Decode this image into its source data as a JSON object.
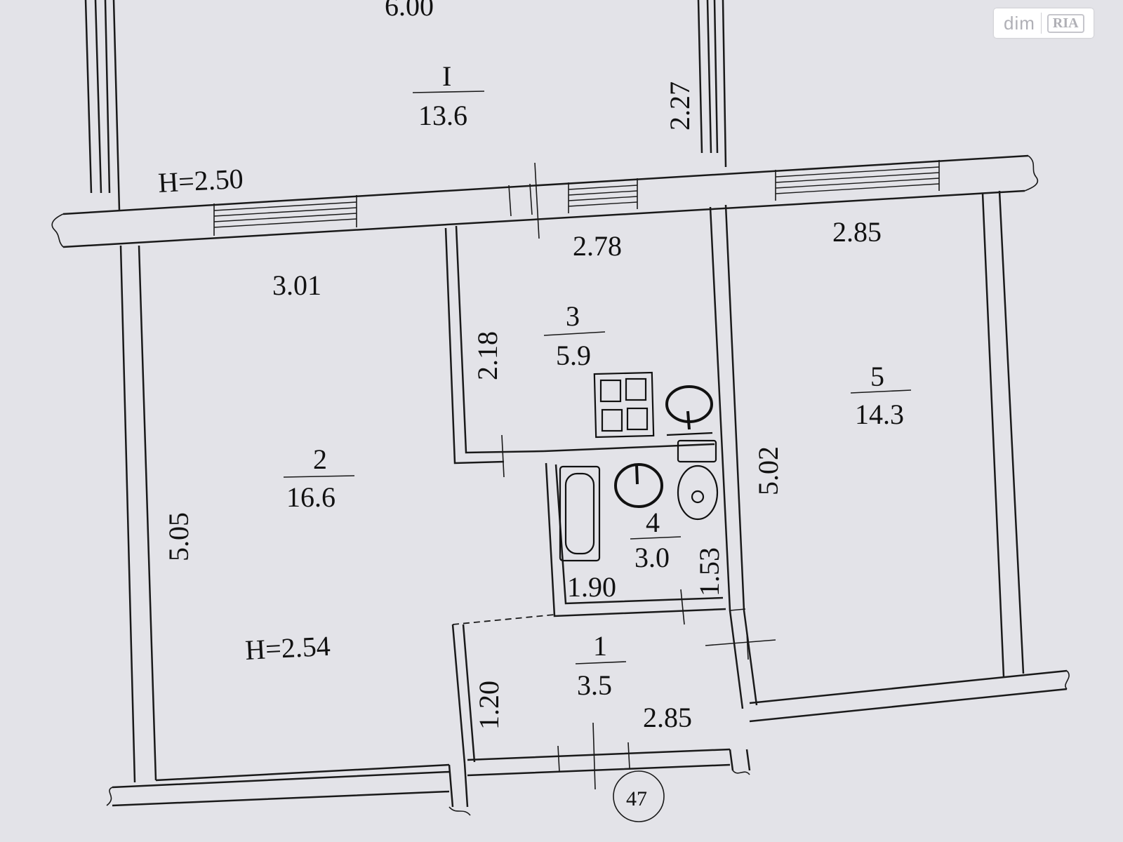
{
  "watermark": {
    "brand": "dim",
    "brand_badge": "RIA"
  },
  "plan": {
    "heights": {
      "loggia": "H=2.50",
      "apartment": "H=2.54"
    },
    "rooms": [
      {
        "id": "I",
        "number": "I",
        "area": "13.6"
      },
      {
        "id": "1",
        "number": "1",
        "area": "3.5"
      },
      {
        "id": "2",
        "number": "2",
        "area": "16.6"
      },
      {
        "id": "3",
        "number": "3",
        "area": "5.9"
      },
      {
        "id": "4",
        "number": "4",
        "area": "3.0"
      },
      {
        "id": "5",
        "number": "5",
        "area": "14.3"
      }
    ],
    "dimensions": {
      "loggia_width": "6.00",
      "loggia_depth": "2.27",
      "room2_width": "3.01",
      "room2_length": "5.05",
      "kitchen_width": "2.78",
      "kitchen_depth": "2.18",
      "room5_width": "2.85",
      "room5_length": "5.02",
      "bath_width": "1.90",
      "bath_depth": "1.53",
      "hall_width": "2.85",
      "hall_depth": "1.20"
    },
    "building_axis": "47"
  }
}
